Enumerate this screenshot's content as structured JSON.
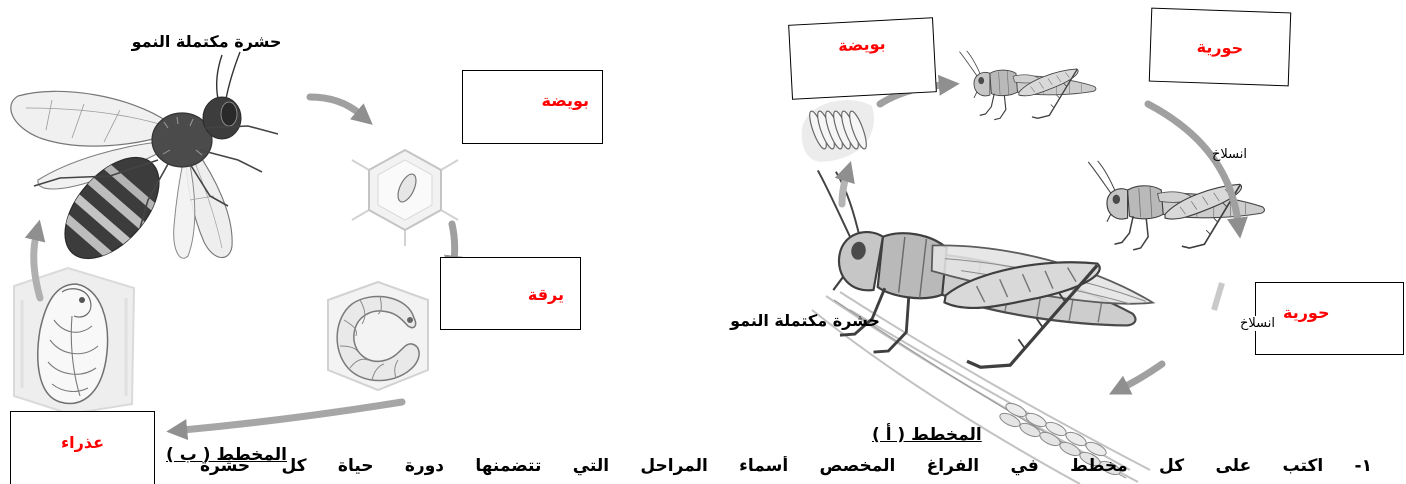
{
  "diagram_b": {
    "adult_label": "حشرة مكتملة النمو",
    "stages": {
      "egg": "بويضة",
      "larva": "يرقة",
      "pupa": "عذراء"
    }
  },
  "diagram_a": {
    "adult_label": "حشرة مكتملة النمو",
    "stages": {
      "egg": "بويضة",
      "nymph_1": "حورية",
      "nymph_2": "حورية"
    },
    "molting": [
      "انسلاخ",
      "انسلاخ"
    ]
  },
  "captions": {
    "a": "المخطط ( أ )",
    "b": "المخطط ( ب )"
  },
  "instruction": "١- اكتب على كل مخطط في الفراغ المخصص أسماء المراحل التي تتضمنها دورة حياة كل حشرة",
  "colors": {
    "stage_label": "#ff0000",
    "text": "#000000",
    "arrow": "#a0a0a0",
    "box_border": "#000000"
  },
  "illustrations": {
    "diagram_b": [
      "honeybee-adult",
      "honeycomb-egg",
      "bee-larva",
      "bee-pupa"
    ],
    "diagram_a": [
      "grasshopper-eggs",
      "grasshopper-nymph",
      "grasshopper-nymph",
      "grasshopper-adult",
      "wheat-stalk"
    ]
  }
}
